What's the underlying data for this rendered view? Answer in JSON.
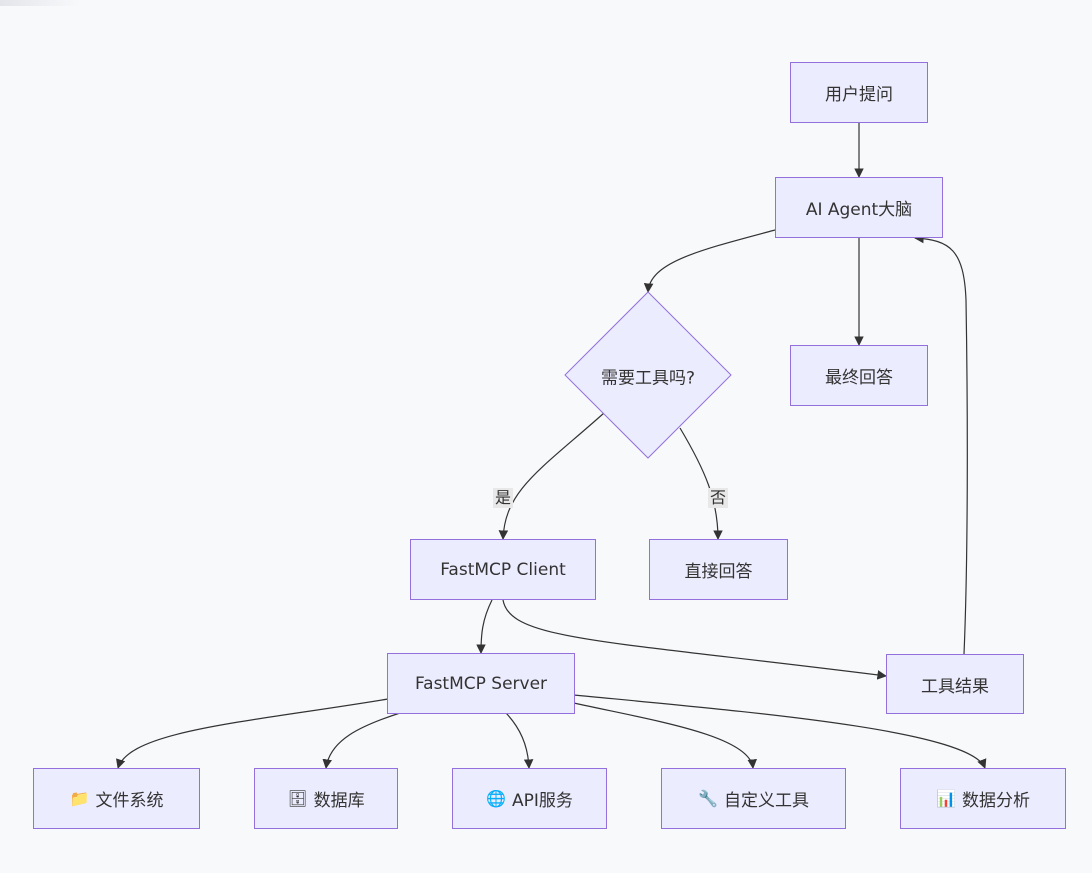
{
  "nodes": {
    "user_question": "用户提问",
    "ai_agent": "AI Agent大脑",
    "need_tool": "需要工具吗?",
    "final_answer": "最终回答",
    "client": "FastMCP Client",
    "direct_answer": "直接回答",
    "server": "FastMCP Server",
    "tool_result": "工具结果",
    "filesystem": "文件系统",
    "database": "数据库",
    "api_service": "API服务",
    "custom_tool": "自定义工具",
    "data_analysis": "数据分析"
  },
  "icons": {
    "filesystem": "📁",
    "database": "🗄",
    "api_service": "🌐",
    "custom_tool": "🔧",
    "data_analysis": "📊"
  },
  "edge_labels": {
    "yes": "是",
    "no": "否"
  },
  "colors": {
    "node_fill": "#ececff",
    "node_border": "#9370db",
    "edge": "#333333",
    "background": "#f8f9fb"
  }
}
